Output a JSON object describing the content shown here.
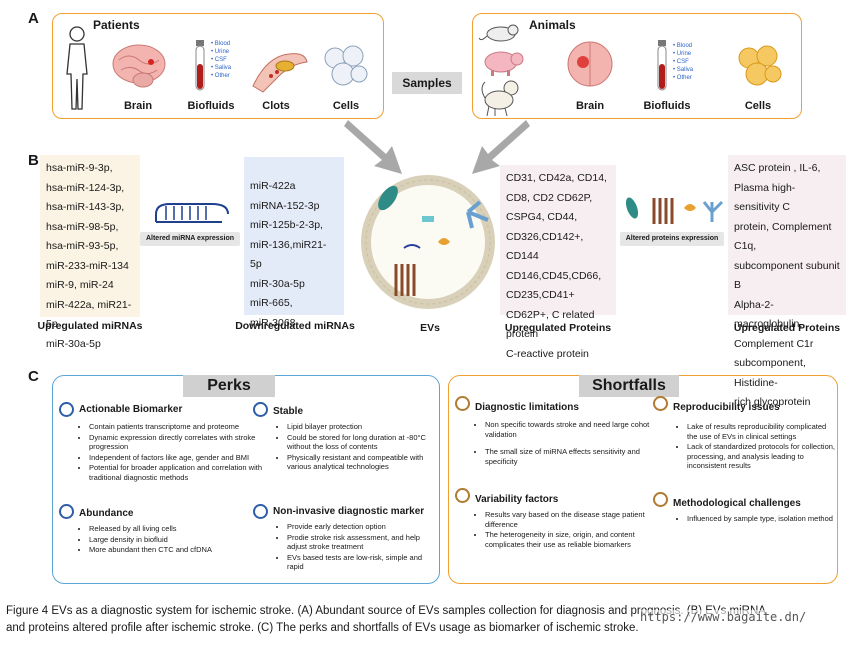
{
  "panel_a": {
    "letter": "A",
    "patients": {
      "title": "Patients",
      "items": [
        "Brain",
        "Biofluids",
        "Clots",
        "Cells"
      ],
      "biofluids": [
        "Blood",
        "Urine",
        "CSF",
        "Saliva",
        "Other"
      ]
    },
    "samples_label": "Samples",
    "animals": {
      "title": "Animals",
      "items": [
        "Brain",
        "Biofluids",
        "Cells"
      ],
      "biofluids": [
        "Blood",
        "Urine",
        "CSF",
        "Saliva",
        "Other"
      ]
    }
  },
  "panel_b": {
    "letter": "B",
    "upregulated_mirnas": {
      "items": [
        "hsa-miR-9-3p,",
        "hsa-miR-124-3p,",
        "hsa-miR-143-3p,",
        "hsa-miR-98-5p,",
        "hsa-miR-93-5p,",
        "miR-233-miR-134",
        "miR-9, miR-24",
        "miR-422a, miR21-5p",
        "miR-30a-5p"
      ],
      "caption": "Upregulated miRNAs"
    },
    "altered_mirna_label": "Altered miRNA expression",
    "downregulated_mirnas": {
      "items": [
        "miR-422a",
        "miRNA-152-3p",
        "miR-125b-2-3p,",
        "miR-136,miR21-5p",
        "miR-30a-5p",
        "miR-665,",
        "miR-3068"
      ],
      "caption": "Downregulated miRNAs"
    },
    "evs_label": "EVs",
    "upregulated_proteins_1": {
      "items": [
        "CD31, CD42a, CD14,",
        "CD8, CD2 CD62P,",
        "CSPG4, CD44,",
        "CD326,CD142+, CD144",
        "CD146,CD45,CD66,",
        "CD235,CD41+",
        "CD62P+, C related protein",
        "C-reactive protein"
      ],
      "caption": "Upregulated Proteins"
    },
    "altered_proteins_label": "Altered proteins expression",
    "upregulated_proteins_2": {
      "items": [
        "ASC protein ,  IL-6,",
        "Plasma high-sensitivity C",
        "protein, Complement C1q,",
        "subcomponent subunit B",
        "Alpha-2-macroglobulin,",
        "Complement C1r",
        "subcomponent, Histidine-",
        "rich glycoprotein"
      ],
      "caption": "Upregulated Proteins"
    }
  },
  "panel_c": {
    "letter": "C",
    "perks": {
      "title": "Perks",
      "sections": [
        {
          "title": "Actionable Biomarker",
          "items": [
            "Contain patients transcriptome and proteome",
            "Dynamic expression directly correlates with stroke progression",
            "Independent of factors like age, gender and BMI",
            "Potential for broader application and correlation with traditional diagnostic methods"
          ]
        },
        {
          "title": "Stable",
          "items": [
            "Lipid bilayer protection",
            "Could be stored for long duration at -80°C without the loss of contents",
            "Physically resistant and compeatible with various analytical technologies"
          ]
        },
        {
          "title": "Abundance",
          "items": [
            "Released by all living cells",
            "Large density in biofluid",
            "More abundant then CTC and cfDNA"
          ]
        },
        {
          "title": "Non-invasive diagnostic marker",
          "items": [
            "Provide early detection option",
            "Prodie stroke risk assessment, and help adjust stroke treatment",
            "EVs based tests are low-risk, simple and rapid"
          ]
        }
      ]
    },
    "shortfalls": {
      "title": "Shortfalls",
      "sections": [
        {
          "title": "Diagnostic limitations",
          "items": [
            "Non specific towards stroke and need large cohot validation",
            "The small size of miRNA effects sensitivity and specificity"
          ]
        },
        {
          "title": "Reproducibility issues",
          "items": [
            "Lake of results reproducibility complicated the use of EVs in clinical settings",
            "Lack of standardized protocols for collection, processing, and analysis leading to inconsistent results"
          ]
        },
        {
          "title": "Variability factors",
          "items": [
            "Results vary based on the disease stage patient difference",
            "The heterogeneity in size, origin, and content complicates their use as reliable biomarkers"
          ]
        },
        {
          "title": "Methodological challenges",
          "items": [
            "Influenced by sample type, isolation method"
          ]
        }
      ]
    }
  },
  "caption": {
    "line1": "Figure 4  EVs as a diagnostic system for ischemic stroke. (A) Abundant source of EVs samples collection for diagnosis and prognosis. (B) EVs miRNA",
    "line2": "and proteins altered profile after ischemic stroke. (C) The perks and shortfalls of EVs usage as biomarker of ischemic stroke.",
    "watermark": "https://www.bagaite.dn/"
  },
  "colors": {
    "accent_orange": "#f0a030",
    "accent_blue": "#5aa7d6",
    "list_blue": "#2a64c8"
  }
}
